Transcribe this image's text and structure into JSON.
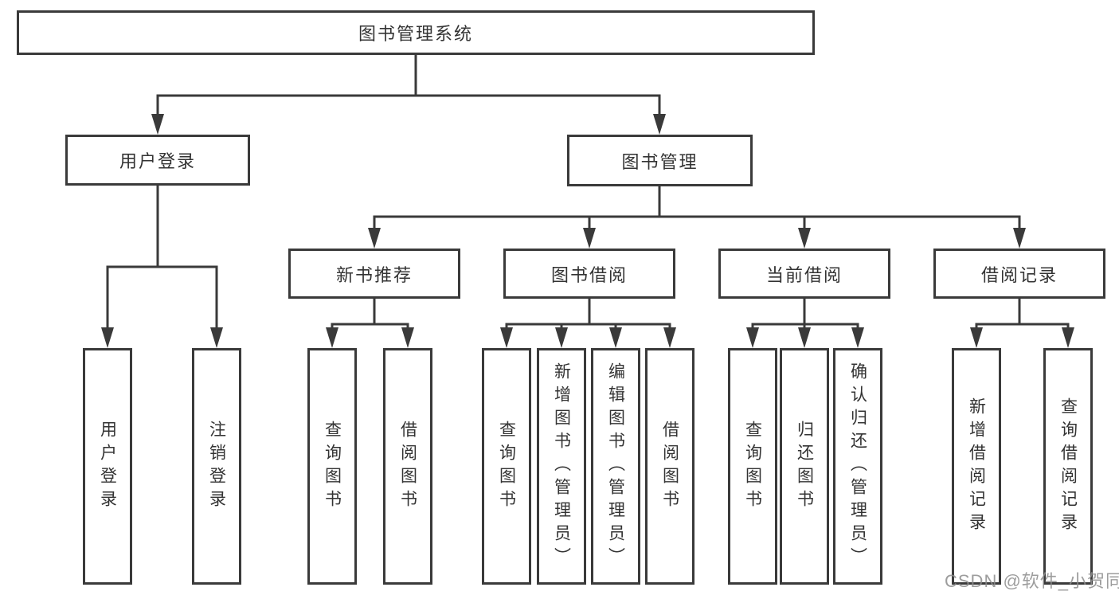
{
  "diagram": {
    "type": "hierarchy-tree",
    "colors": {
      "line": "#3a3a3a",
      "text": "#333333",
      "box_background": "#ffffff",
      "page_background": "#ffffff",
      "watermark": "#8c8c8c"
    }
  },
  "tree": {
    "label": "图书管理系统",
    "children": [
      {
        "label": "用户登录",
        "children": [
          {
            "label": "用户登录"
          },
          {
            "label": "注销登录"
          }
        ]
      },
      {
        "label": "图书管理",
        "children": [
          {
            "label": "新书推荐",
            "children": [
              {
                "label": "查询图书"
              },
              {
                "label": "借阅图书"
              }
            ]
          },
          {
            "label": "图书借阅",
            "children": [
              {
                "label": "查询图书"
              },
              {
                "label": "新增图书（管理员）"
              },
              {
                "label": "编辑图书（管理员）"
              },
              {
                "label": "借阅图书"
              }
            ]
          },
          {
            "label": "当前借阅",
            "children": [
              {
                "label": "查询图书"
              },
              {
                "label": "归还图书"
              },
              {
                "label": "确认归还（管理员）"
              }
            ]
          },
          {
            "label": "借阅记录",
            "children": [
              {
                "label": "新增借阅记录"
              },
              {
                "label": "查询借阅记录"
              }
            ]
          }
        ]
      }
    ]
  },
  "watermark": {
    "text": "CSDN @软件_小贺同学"
  }
}
